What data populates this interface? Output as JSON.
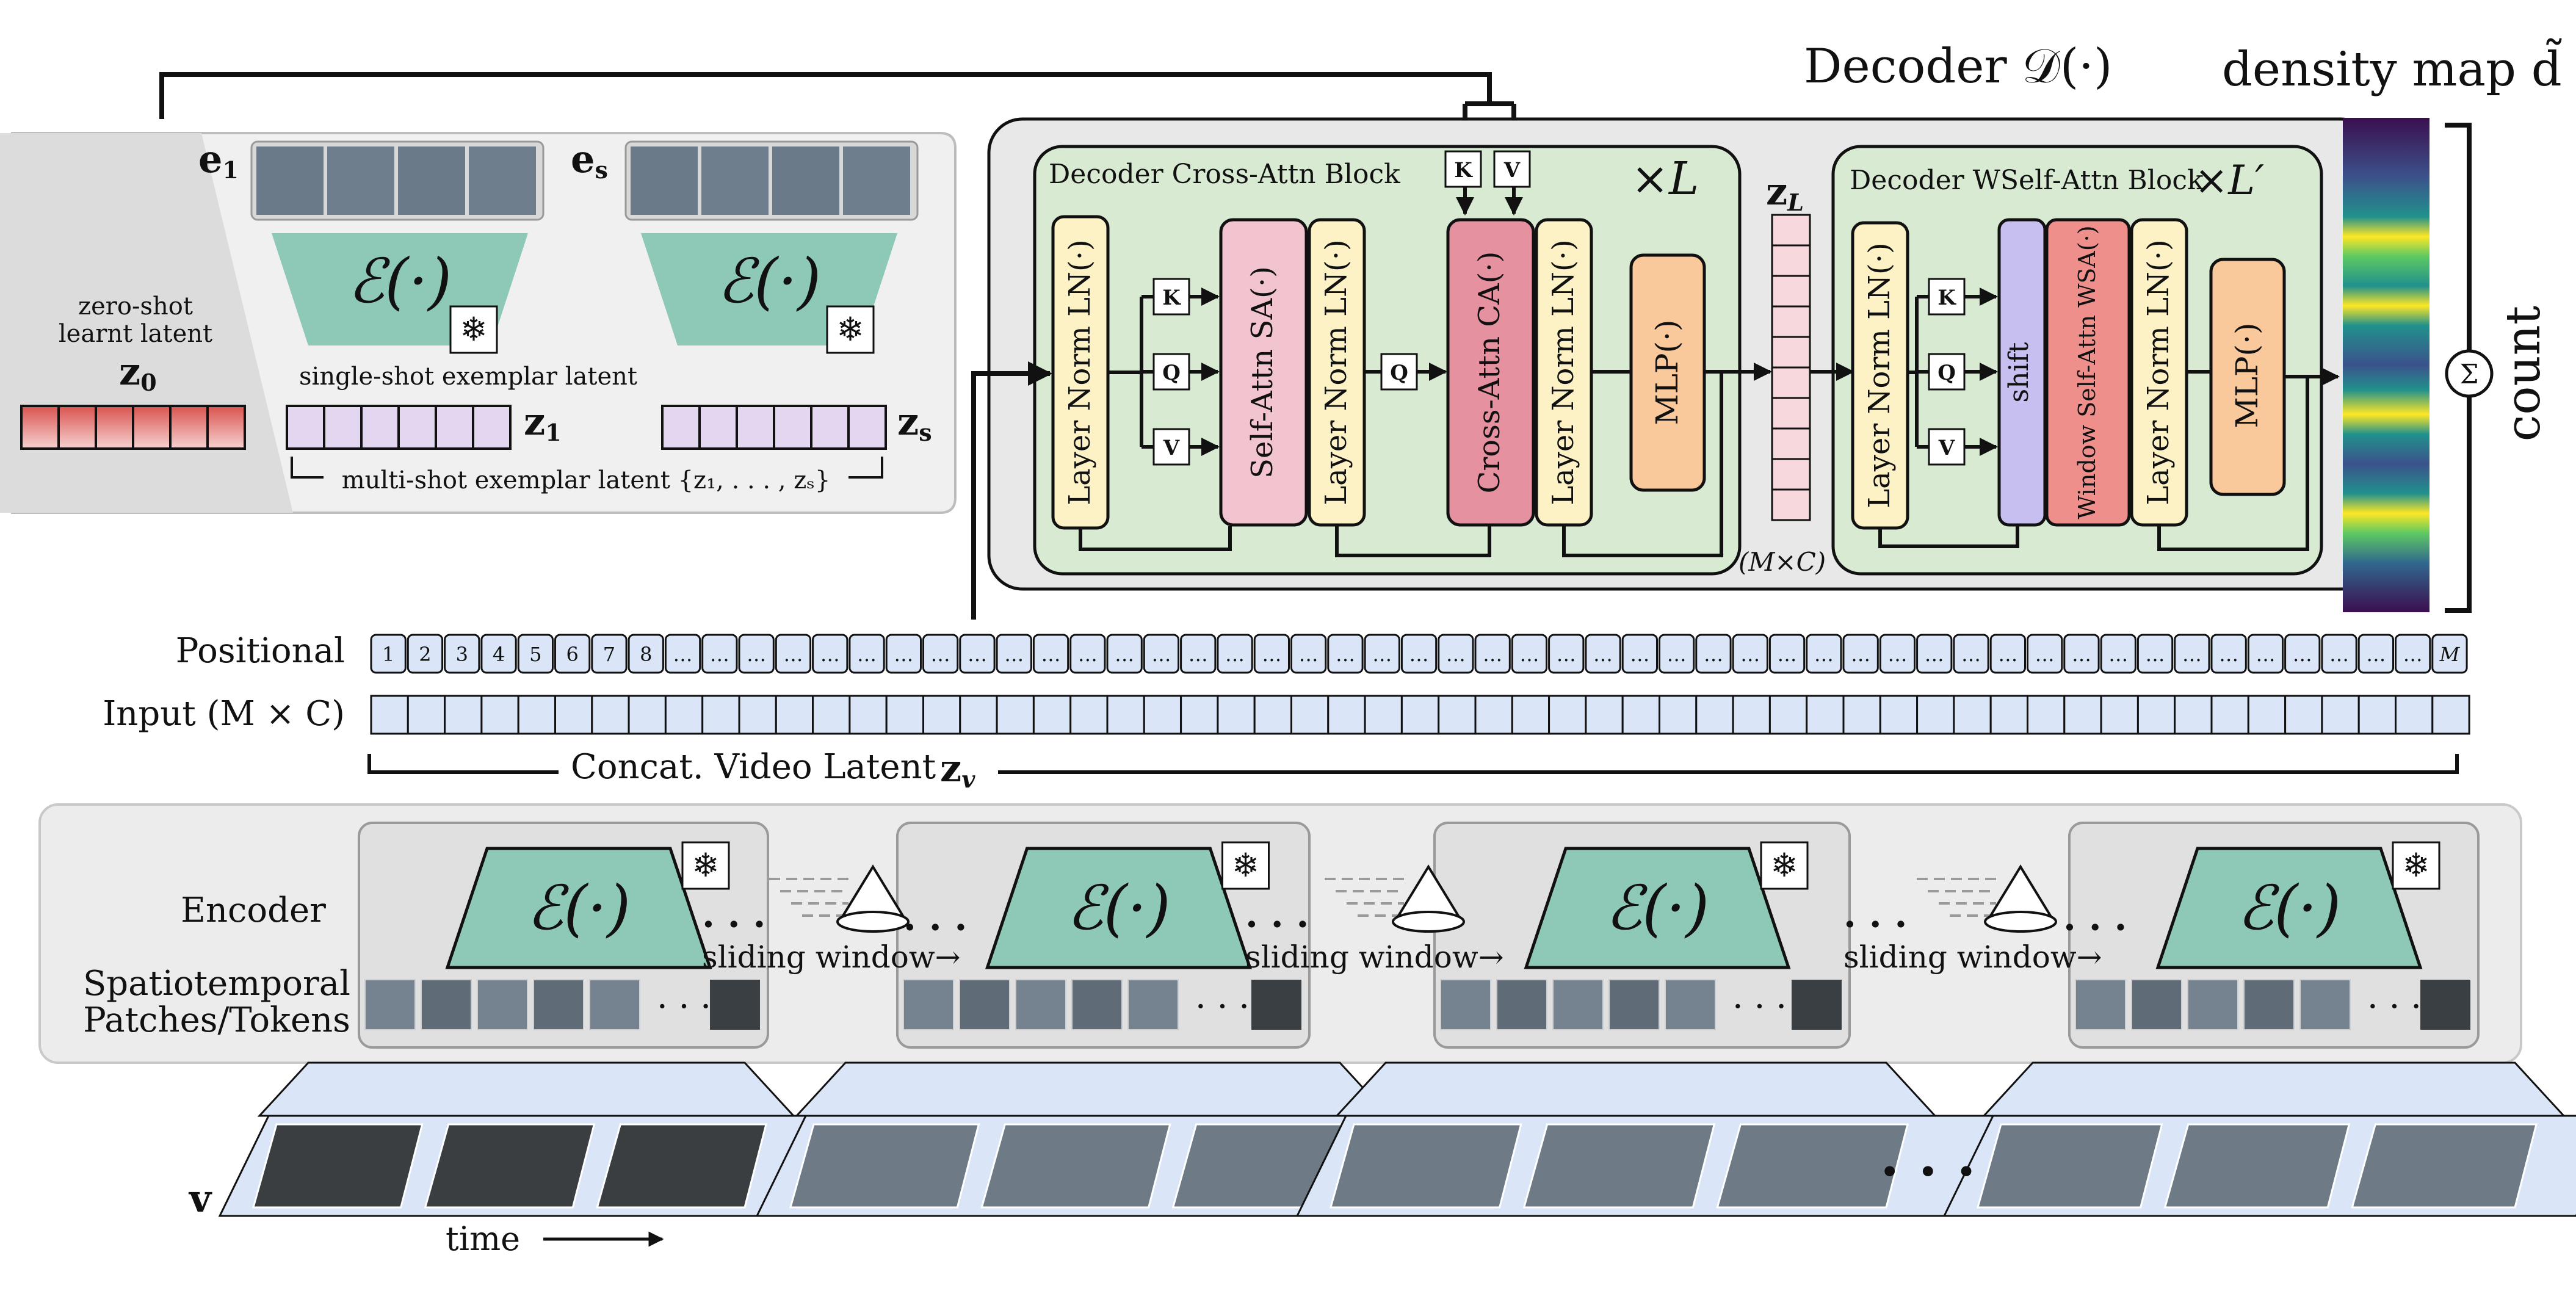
{
  "decoder": {
    "title": "Decoder 𝒟(·)",
    "cross_block": {
      "title": "Decoder Cross-Attn Block",
      "repeat": "×L",
      "ln1": "Layer Norm LN(·)",
      "sa": "Self-Attn SA(·)",
      "ln2": "Layer Norm LN(·)",
      "ca": "Cross-Attn CA(·)",
      "ln3": "Layer Norm LN(·)",
      "mlp": "MLP(·)"
    },
    "wself_block": {
      "title": "Decoder WSelf-Attn Block",
      "repeat": "×L′",
      "ln1": "Layer Norm LN(·)",
      "shift": "shift",
      "wsa": "Window Self-Attn WSA(·)",
      "ln2": "Layer Norm LN(·)",
      "mlp": "MLP(·)"
    },
    "kqv": {
      "k": "K",
      "q": "Q",
      "v": "V"
    },
    "z_l": "z",
    "z_l_sub": "L",
    "z_l_dims": "(M×C)"
  },
  "density": {
    "title": "density map d̃",
    "sum_symbol": "Σ",
    "count_label": "count",
    "color_low": "#3b0f4f",
    "color_mid": "#21918c",
    "color_high": "#fde725"
  },
  "exemplar": {
    "e1": "e",
    "e1_sub": "1",
    "es": "e",
    "es_sub": "s",
    "encoder_label": "ℰ(·)",
    "snow_icon": "❄",
    "zero_shot_line1": "zero-shot",
    "zero_shot_line2": "learnt latent",
    "z0": "z",
    "z0_sub": "0",
    "single_shot": "single-shot exemplar latent",
    "z1": "z",
    "z1_sub": "1",
    "zs": "z",
    "zs_sub": "s",
    "multi_shot": "multi-shot exemplar latent {z₁, . . . , zₛ}"
  },
  "tokens": {
    "positional_label": "Positional",
    "input_label": "Input (M × C)",
    "positional_cells": [
      "1",
      "2",
      "3",
      "4",
      "5",
      "6",
      "7",
      "8",
      "…",
      "…",
      "…",
      "…",
      "…",
      "…",
      "…",
      "…",
      "…",
      "…",
      "…",
      "…",
      "…",
      "…",
      "…",
      "…",
      "…",
      "…",
      "…",
      "…",
      "…",
      "…",
      "…",
      "…",
      "…",
      "…",
      "…",
      "…",
      "…",
      "…",
      "…",
      "…",
      "…",
      "…",
      "…",
      "…",
      "…",
      "…",
      "…",
      "…",
      "…",
      "…",
      "…",
      "…",
      "…",
      "…",
      "…",
      "…",
      "M"
    ],
    "concat_label": "Concat. Video Latent",
    "zv": "z",
    "zv_sub": "v"
  },
  "encoder_section": {
    "encoder_label": "Encoder",
    "patches_line1": "Spatiotemporal",
    "patches_line2": "Patches/Tokens",
    "encoder_symbol": "ℰ(·)",
    "sliding_window": "sliding window→",
    "ellipsis": "· · ·"
  },
  "video": {
    "v_label": "v",
    "time_label": "time",
    "ellipsis": "· · ·"
  }
}
